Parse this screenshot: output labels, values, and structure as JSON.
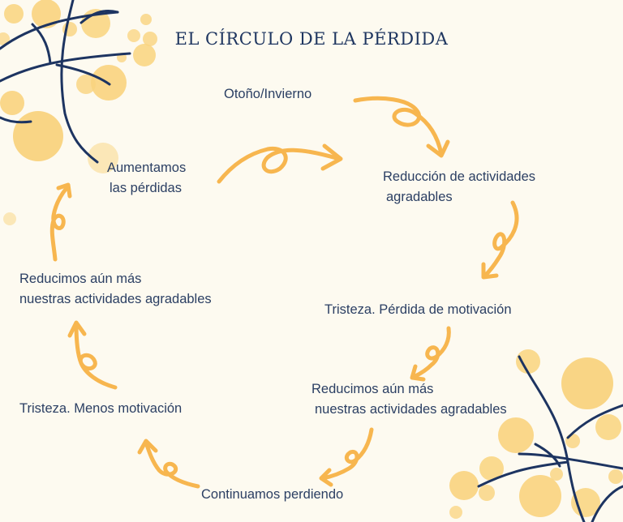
{
  "title": "EL CÍRCULO DE LA PÉRDIDA",
  "colors": {
    "background": "#fdfaf0",
    "title": "#1f3660",
    "text": "#2b3f63",
    "arrow": "#f7b64f",
    "dot": "#f9d37e",
    "branch": "#1d3461"
  },
  "cycle": [
    {
      "lines": [
        "Otoño/Invierno"
      ]
    },
    {
      "lines": [
        "Reducción de actividades",
        "agradables"
      ]
    },
    {
      "lines": [
        "Tristeza. Pérdida de motivación"
      ]
    },
    {
      "lines": [
        "Reducimos aún más",
        "nuestras actividades agradables"
      ]
    },
    {
      "lines": [
        "Continuamos perdiendo"
      ]
    },
    {
      "lines": [
        "Tristeza. Menos motivación"
      ]
    },
    {
      "lines": [
        "Reducimos aún más",
        "nuestras actividades agradables"
      ]
    },
    {
      "lines": [
        "Aumentamos",
        "las pérdidas"
      ]
    }
  ]
}
